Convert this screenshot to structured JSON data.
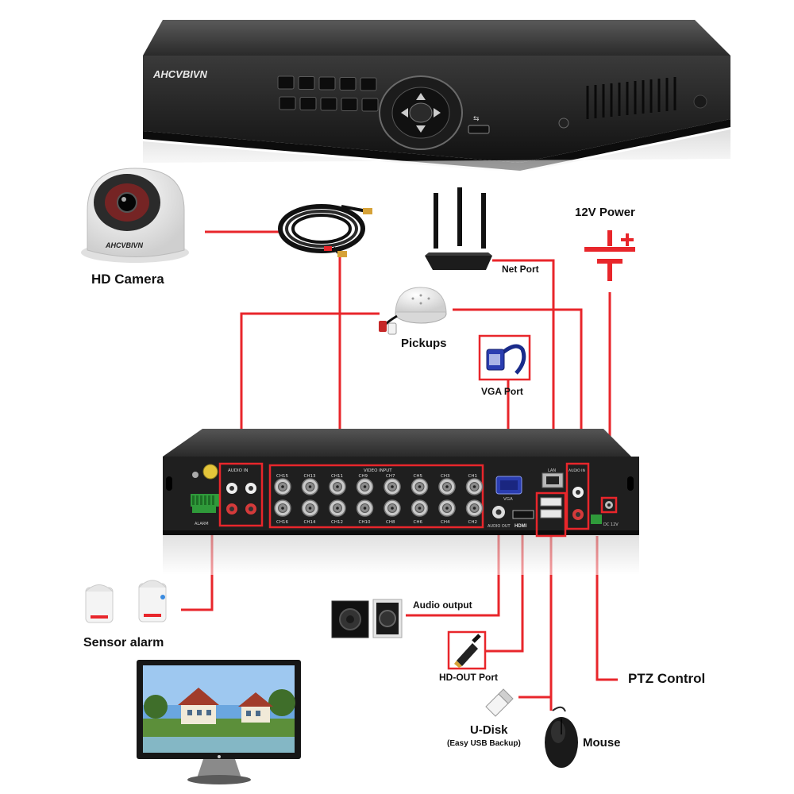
{
  "brand": "AHCVBIVN",
  "dvr_front": {
    "buttons": [
      "",
      "",
      "",
      "",
      "",
      "",
      "",
      "",
      "",
      ""
    ]
  },
  "rear_panel": {
    "audio_in_left": "AUDIO IN",
    "video_input": "VIDEO INPUT",
    "top_channels": [
      "CH15",
      "CH13",
      "CH11",
      "CH9",
      "CH7",
      "CH5",
      "CH3",
      "CH1"
    ],
    "bottom_channels": [
      "CH16",
      "CH14",
      "CH12",
      "CH10",
      "CH8",
      "CH6",
      "CH4",
      "CH2"
    ],
    "vga": "VGA",
    "lan": "LAN",
    "audio_out": "AUDIO OUT",
    "hdmi": "HDMI",
    "audio_in_right": "AUDIO IN",
    "dc": "DC 12V",
    "alarm": "ALARM"
  },
  "labels": {
    "hd_camera": "HD Camera",
    "power": "12V Power",
    "net_port": "Net Port",
    "pickups": "Pickups",
    "vga_port": "VGA Port",
    "sensor_alarm": "Sensor alarm",
    "audio_output": "Audio output",
    "hd_out_port": "HD-OUT Port",
    "ptz_control": "PTZ Control",
    "u_disk": "U-Disk",
    "u_disk_sub": "(Easy USB Backup)",
    "mouse": "Mouse"
  },
  "colors": {
    "wire": "#e8262b",
    "dvr_body": "#2b2b2b",
    "highlight_box": "#e8262b"
  }
}
